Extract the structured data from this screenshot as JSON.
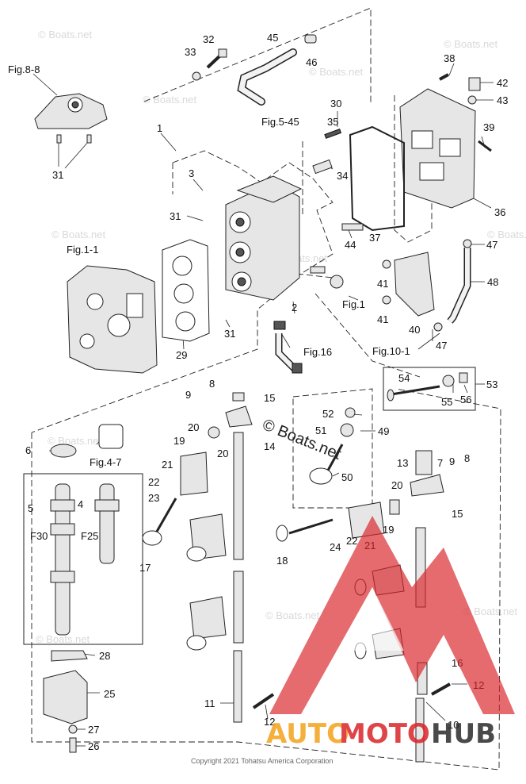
{
  "watermarks": [
    "© Boats.net",
    "© Boats.net",
    "© Boats.net",
    "© Boats.net",
    "© Boats.net",
    "© Boats.net",
    "© Boats.net",
    "© Boats.net",
    "© Boats.net",
    "© Boats.net",
    "© Boats.net"
  ],
  "center_watermark": "© Boats.net",
  "copyright": "Copyright 2021 Tohatsu America Corporation",
  "logo": {
    "auto": "AUTO",
    "moto": "MOTO",
    "hub": "HUB",
    "red": "#d9252a",
    "orange": "#f4a21c",
    "dark": "#2b2b2b"
  },
  "fig_refs": {
    "fig_8_8": "Fig.8-8",
    "fig_5_45": "Fig.5-45",
    "fig_1_1": "Fig.1-1",
    "fig_1": "Fig.1",
    "fig_16": "Fig.16",
    "fig_10_1": "Fig.10-1",
    "fig_4_7": "Fig.4-7"
  },
  "labels": {
    "l1": "1",
    "l2": "2",
    "l3": "3",
    "l4": "4",
    "l5": "5",
    "l6": "6",
    "l7": "7",
    "l8a": "8",
    "l8b": "8",
    "l9a": "9",
    "l9b": "9",
    "l10": "10",
    "l11": "11",
    "l12a": "12",
    "l12b": "12",
    "l13": "13",
    "l14": "14",
    "l15a": "15",
    "l15b": "15",
    "l16": "16",
    "l17": "17",
    "l18": "18",
    "l19a": "19",
    "l19b": "19",
    "l20a": "20",
    "l20b": "20",
    "l20c": "20",
    "l21a": "21",
    "l21b": "21",
    "l22a": "22",
    "l22b": "22",
    "l23": "23",
    "l24": "24",
    "l25": "25",
    "l26": "26",
    "l27": "27",
    "l28": "28",
    "l29": "29",
    "l30": "30",
    "l31a": "31",
    "l31b": "31",
    "l31c": "31",
    "l32": "32",
    "l33": "33",
    "l34": "34",
    "l35": "35",
    "l36": "36",
    "l37": "37",
    "l38": "38",
    "l39": "39",
    "l40": "40",
    "l41a": "41",
    "l41b": "41",
    "l42": "42",
    "l43": "43",
    "l44": "44",
    "l45": "45",
    "l46": "46",
    "l47a": "47",
    "l47b": "47",
    "l48": "48",
    "l49": "49",
    "l50": "50",
    "l51": "51",
    "l52": "52",
    "l53": "53",
    "l54": "54",
    "l55": "55",
    "l56": "56",
    "f30": "F30",
    "f25": "F25"
  }
}
